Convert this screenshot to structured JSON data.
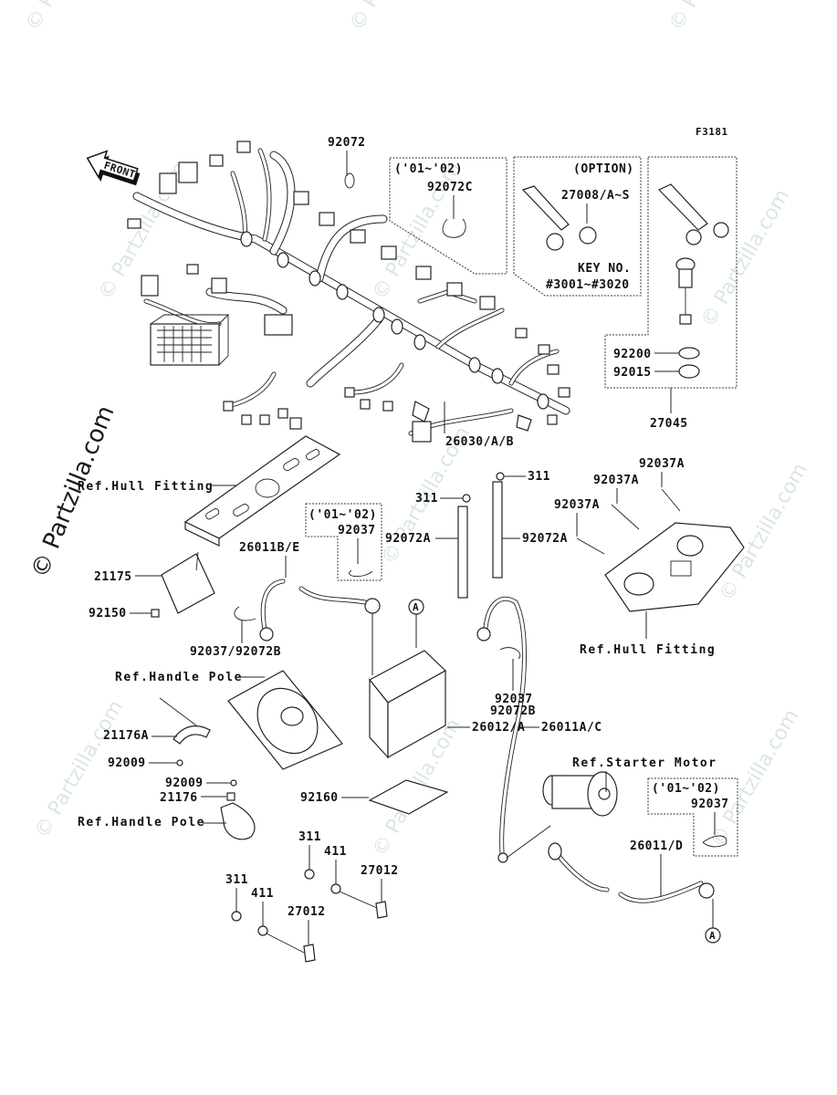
{
  "diagram": {
    "figure_code": "F3181",
    "front_arrow_label": "FRONT",
    "watermark": "© Partzilla.com",
    "watermark_short": "© Pa",
    "callout_circle": "A",
    "boxes": {
      "clip_0102_top": {
        "years": "('01~'02)",
        "part": "92072C"
      },
      "key_option": {
        "title": "(OPTION)",
        "part": "27008/A~S",
        "key_label": "KEY NO.",
        "key_range": "#3001~#3020"
      },
      "switch_assy": {
        "part_a": "92200",
        "part_b": "92015",
        "assy": "27045"
      },
      "clip_0102_mid": {
        "years": "('01~'02)",
        "part": "92037"
      },
      "clip_0102_bottom": {
        "years": "('01~'02)",
        "part": "92037"
      }
    },
    "labels": {
      "p92072": "92072",
      "p26030": "26030/A/B",
      "ref_hull_fitting_left": "Ref.Hull Fitting",
      "p21175": "21175",
      "p92150": "92150",
      "p26011be": "26011B/E",
      "p92037_92072b": "92037/92072B",
      "ref_handle_pole_top": "Ref.Handle Pole",
      "p21176a": "21176A",
      "p92009_a": "92009",
      "p92009_b": "92009",
      "p21176": "21176",
      "ref_handle_pole_bottom": "Ref.Handle Pole",
      "p92160": "92160",
      "p311_a": "311",
      "p311_b": "311",
      "p411_a": "411",
      "p411_b": "411",
      "p27012_a": "27012",
      "p27012_b": "27012",
      "p311_strap_left": "311",
      "p311_strap_right": "311",
      "p92072a_left": "92072A",
      "p92072a_right": "92072A",
      "p92037a_1": "92037A",
      "p92037a_2": "92037A",
      "p92037a_3": "92037A",
      "ref_hull_fitting_right": "Ref.Hull Fitting",
      "p92037_mid": "92037",
      "p92072b_mid": "92072B",
      "p26012": "26012/A",
      "p26011ac": "26011A/C",
      "ref_starter_motor": "Ref.Starter Motor",
      "p26011d": "26011/D"
    }
  }
}
